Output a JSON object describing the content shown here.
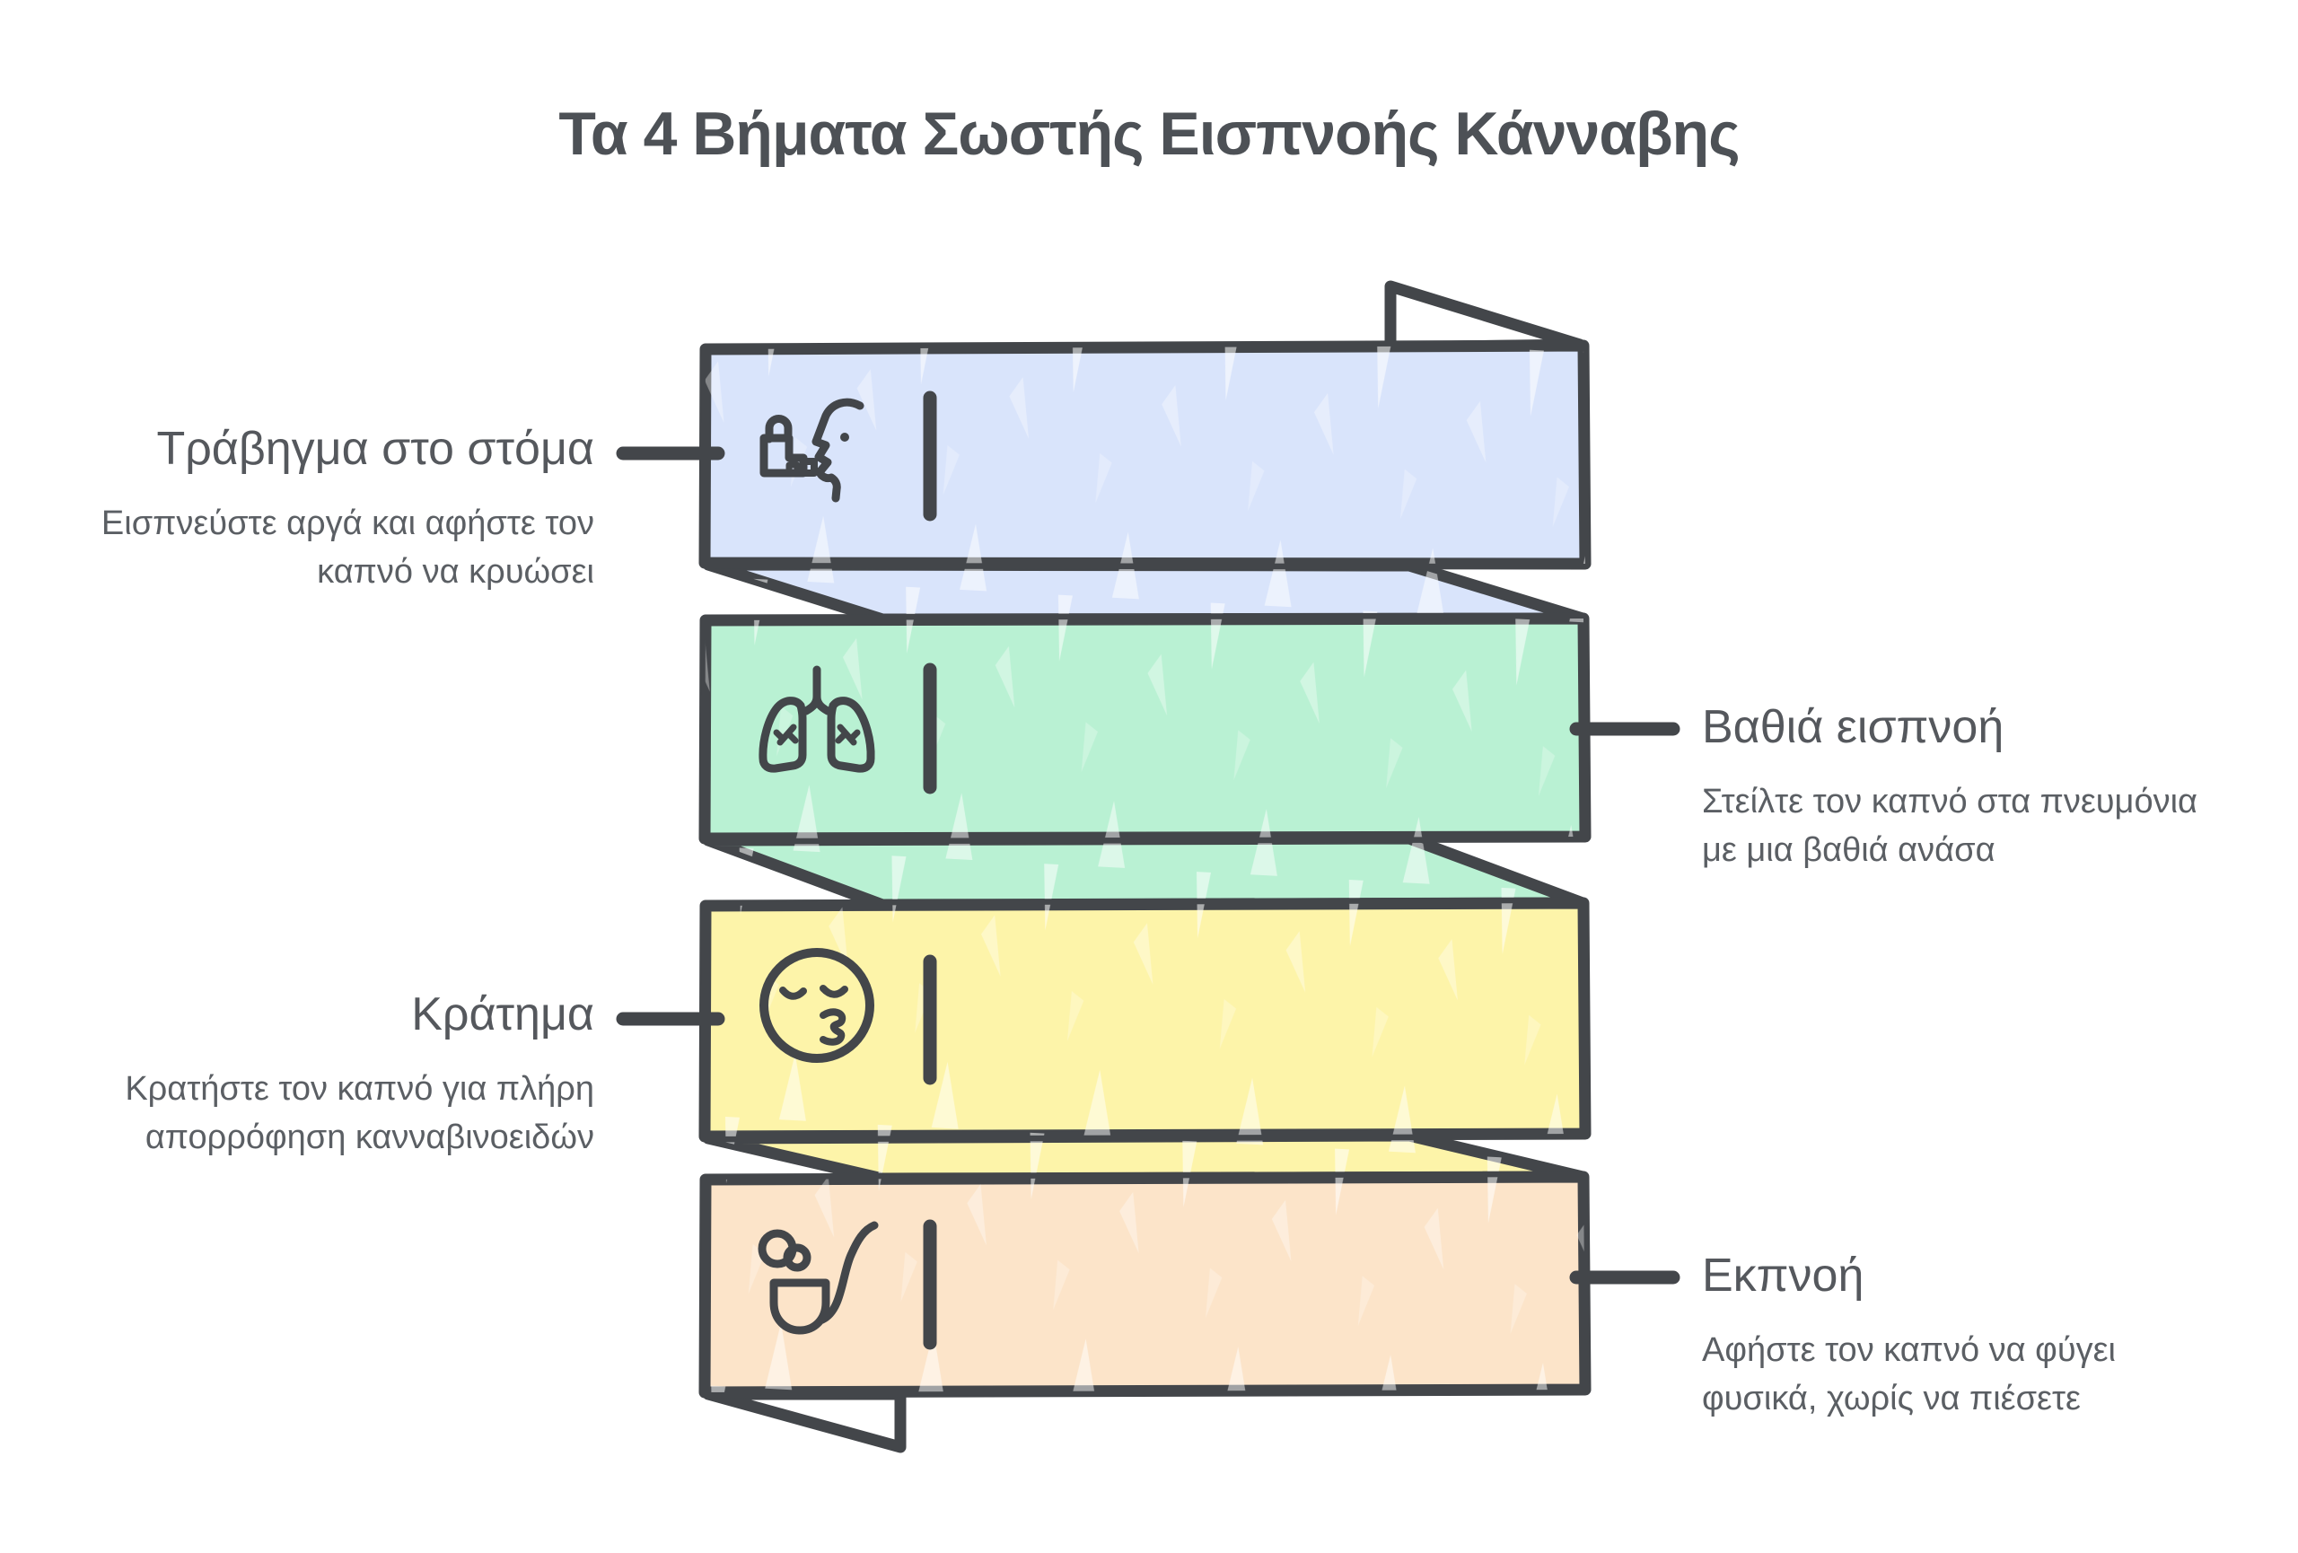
{
  "title": "Τα 4 Βήματα Σωστής Εισπνοής Κάνναβης",
  "colors": {
    "outline": "#43464a",
    "title_text": "#4d5156",
    "label_text": "#55585d",
    "desc_text": "#5b5f64",
    "paper_fold": "#ffffff",
    "background": "#ffffff"
  },
  "steps": [
    {
      "index": 1,
      "name": "Τράβηγμα στο στόμα",
      "desc_lines": [
        "Εισπνεύστε αργά και αφήστε τον",
        "καπνό να κρυώσει"
      ],
      "side": "left",
      "color": "#d9e4fb",
      "icon": "inhaler-mouth-icon"
    },
    {
      "index": 2,
      "name": "Βαθιά εισπνοή",
      "desc_lines": [
        "Στείλτε τον καπνό στα πνευμόνια",
        "με μια βαθιά ανάσα"
      ],
      "side": "right",
      "color": "#b9f1d3",
      "icon": "lungs-icon"
    },
    {
      "index": 3,
      "name": "Κράτημα",
      "desc_lines": [
        "Κρατήστε τον καπνό για πλήρη",
        "απορρόφηση κανναβινοειδών"
      ],
      "side": "left",
      "color": "#fdf4a9",
      "icon": "holding-breath-face-icon"
    },
    {
      "index": 4,
      "name": "Εκπνοή",
      "desc_lines": [
        "Αφήστε τον καπνό να φύγει",
        "φυσικά, χωρίς να πιέσετε"
      ],
      "side": "right",
      "color": "#fce4c9",
      "icon": "pipe-smoke-icon"
    }
  ]
}
